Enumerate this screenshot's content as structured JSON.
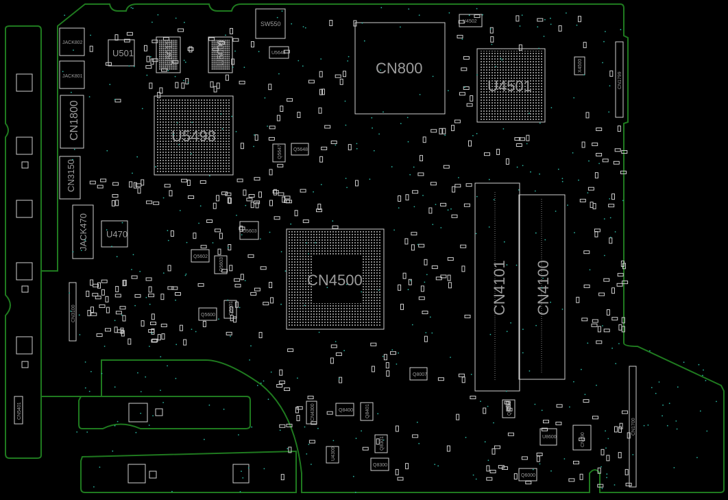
{
  "colors": {
    "background": "#000000",
    "outline": "#1f7a1f",
    "part": "#cfcfcf",
    "label": "#9c9c9c",
    "testpoint": "#2ab3a0"
  },
  "components": {
    "jack802": "JACK802",
    "jack801": "JACK801",
    "u501": "U501",
    "u5011": "U5011",
    "u5009": "U5009",
    "sw550": "SW550",
    "u5648": "U5648",
    "cn1800": "CN1800",
    "cn3150": "CN3150",
    "u5498": "U5498",
    "q5647": "Q5647",
    "q5648": "Q5648",
    "jack470": "JACK470",
    "u470": "U470",
    "cn800": "CN800",
    "u4502": "U4502",
    "u4501": "U4501",
    "x4500": "X4500",
    "cn1799": "CN1799",
    "u5603": "U5603",
    "q5602": "Q5602",
    "q5603": "Q5603",
    "q5601": "Q5601",
    "q5600": "Q5600",
    "cn4500": "CN4500",
    "q8007": "Q8007",
    "cn4300": "CN4300",
    "q8400": "Q8400",
    "q8401": "Q8401",
    "u4300": "U4300",
    "q8301": "Q8301",
    "q8300": "Q8300",
    "cn4101": "CN4101",
    "cn4100": "CN4100",
    "cn1700": "CN1700",
    "u8600": "U8600",
    "cn690": "CN690",
    "q6000": "Q6000",
    "q6001": "Q6001",
    "cn3100": "CN3100",
    "cn5401": "CN5401"
  }
}
